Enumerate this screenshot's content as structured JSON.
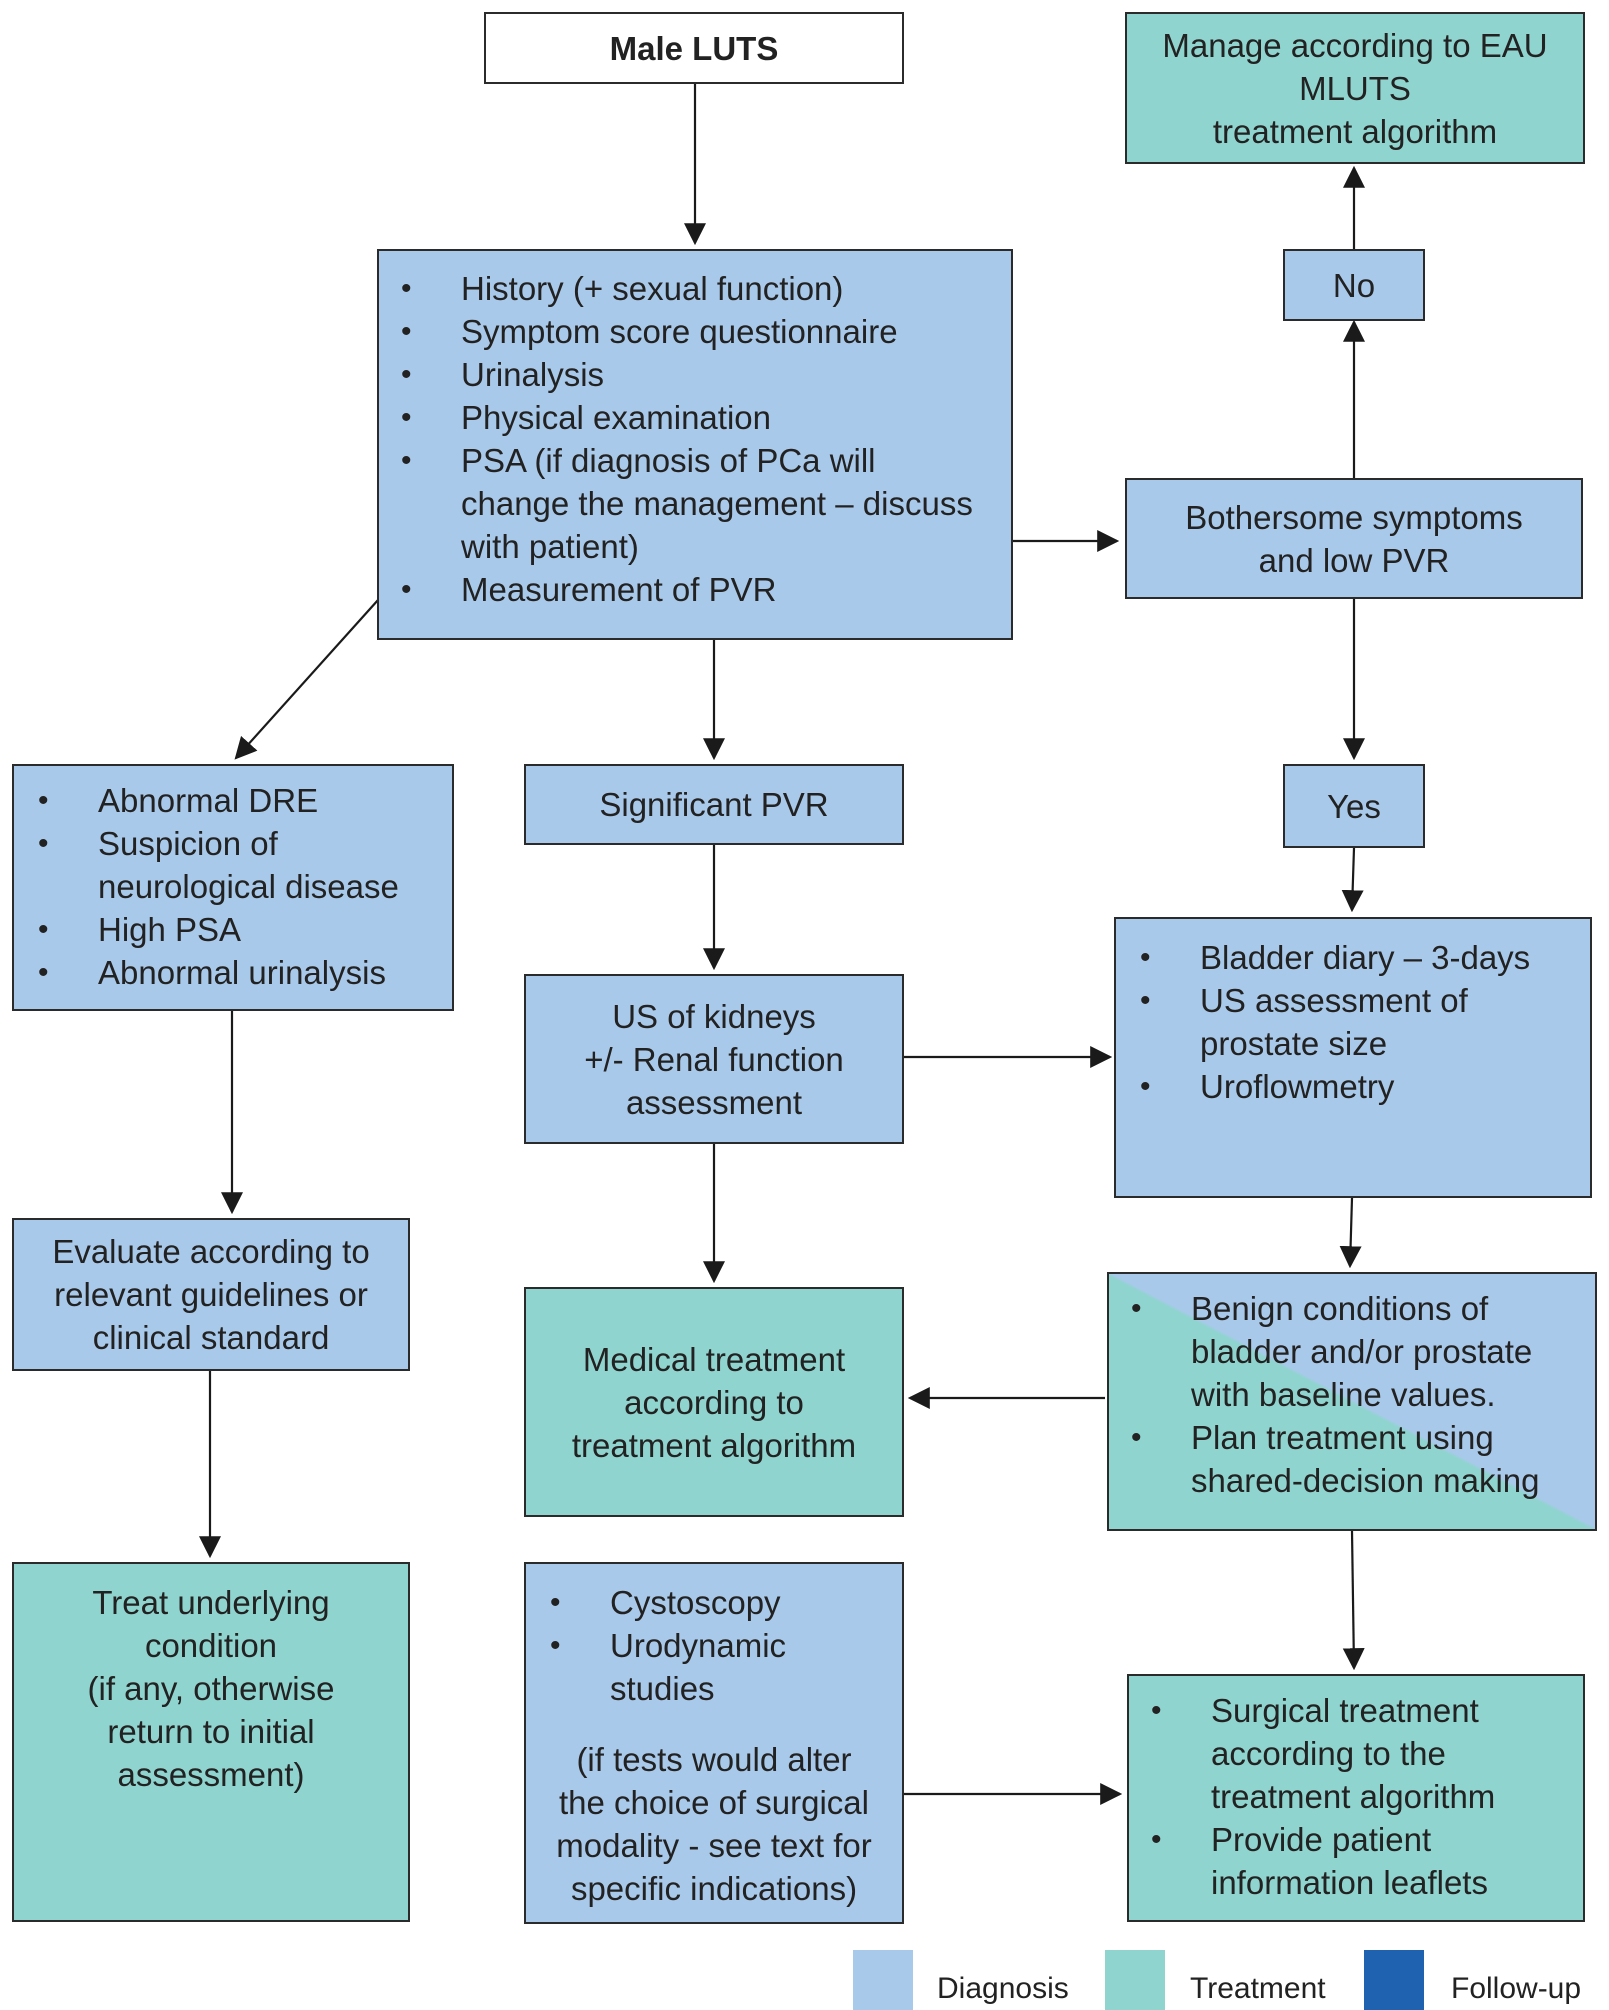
{
  "colors": {
    "diagnosis": "#a9c9ea",
    "treatment": "#8fd4cf",
    "follow_up": "#1f63b0",
    "border": "#2b2b2b"
  },
  "nodes": {
    "male_luts": "Male LUTS",
    "eau_manage": [
      "Manage according to EAU",
      "MLUTS",
      "treatment algorithm"
    ],
    "no": "No",
    "yes": "Yes",
    "assessment": [
      "History (+ sexual function)",
      "Symptom score questionnaire",
      "Urinalysis",
      "Physical examination",
      "PSA (if diagnosis of PCa will change the management – discuss with patient)",
      "Measurement of PVR"
    ],
    "bothersome": [
      "Bothersome symptoms",
      "and low PVR"
    ],
    "abnormal": [
      "Abnormal DRE",
      "Suspicion of neurological disease",
      "High PSA",
      "Abnormal urinalysis"
    ],
    "significant_pvr": "Significant PVR",
    "us_kidneys": [
      "US of kidneys",
      "+/- Renal function",
      "assessment"
    ],
    "bladder_diary": [
      "Bladder diary – 3-days",
      "US assessment of prostate size",
      "Uroflowmetry"
    ],
    "evaluate": [
      "Evaluate according to",
      "relevant guidelines or",
      "clinical standard"
    ],
    "medical": [
      "Medical treatment",
      "according to",
      "treatment algorithm"
    ],
    "benign": [
      "Benign conditions of bladder and/or prostate with baseline values.",
      "Plan treatment using shared-decision making"
    ],
    "treat_underlying": [
      "Treat underlying",
      "condition",
      "(if any, otherwise",
      "return to initial",
      "assessment)"
    ],
    "cystoscopy": [
      "Cystoscopy",
      "Urodynamic studies"
    ],
    "cystoscopy_note": [
      "(if tests would alter",
      "the choice of surgical",
      "modality - see text for",
      "specific indications)"
    ],
    "surgical": [
      "Surgical treatment according to the treatment algorithm",
      "Provide patient information leaflets"
    ]
  },
  "legend": [
    {
      "label": "Diagnosis",
      "color": "#a9c9ea"
    },
    {
      "label": "Treatment",
      "color": "#8fd4cf"
    },
    {
      "label": "Follow-up",
      "color": "#1f63b0"
    }
  ]
}
